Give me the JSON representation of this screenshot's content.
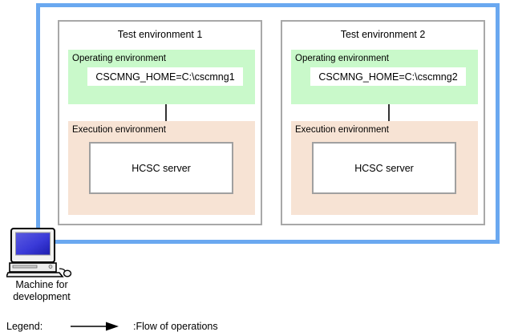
{
  "diagram": {
    "frame_color": "#6aa8f0",
    "panel_border_color": "#a8a8a8",
    "operating_env_color": "#c9f9ca",
    "execution_env_color": "#f7e3d4",
    "server_border_color": "#a0a0a0",
    "environments": [
      {
        "title": "Test environment 1",
        "operating_env_label": "Operating environment",
        "env_var": "CSCMNG_HOME=C:\\cscmng1",
        "execution_env_label": "Execution environment",
        "server_label": "HCSC server"
      },
      {
        "title": "Test environment 2",
        "operating_env_label": "Operating environment",
        "env_var": "CSCMNG_HOME=C:\\cscmng2",
        "execution_env_label": "Execution environment",
        "server_label": "HCSC server"
      }
    ],
    "dev_machine": {
      "label_line1": "Machine for",
      "label_line2": "development",
      "icon": "desktop-computer-icon",
      "screen_color": "#2b2bd0"
    },
    "legend": {
      "label": "Legend:",
      "arrow_icon": "right-arrow-icon",
      "description": ":Flow of operations"
    }
  }
}
